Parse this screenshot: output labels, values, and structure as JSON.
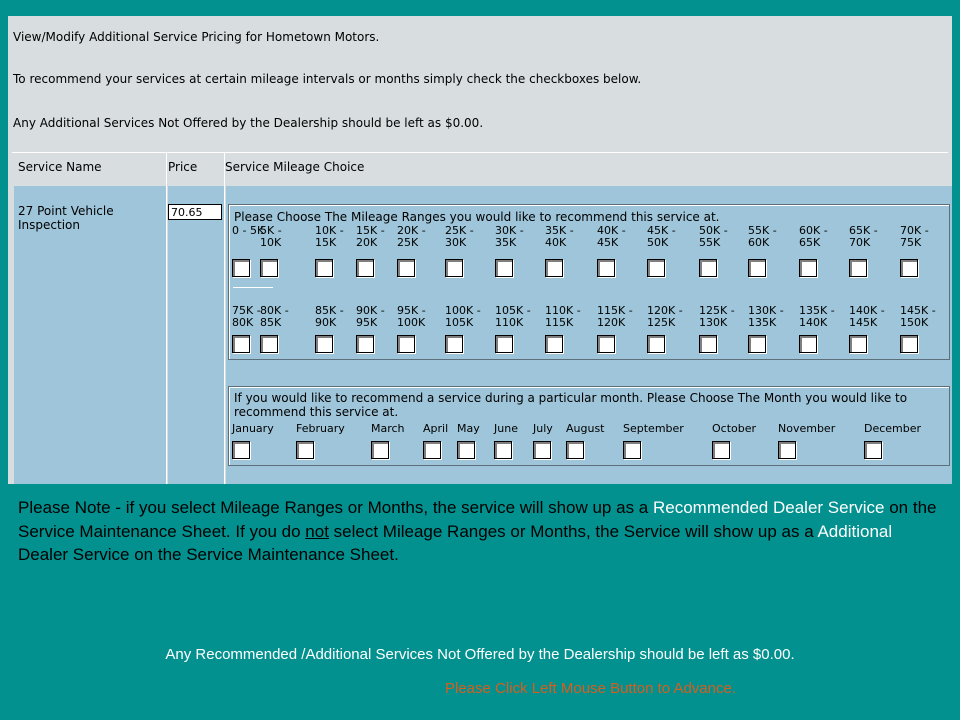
{
  "page": {
    "title": "View/Modify Additional Service Pricing for Hometown Motors.",
    "instruction": "To recommend your services at certain mileage intervals or months simply check the checkboxes below.",
    "notice": "Any Additional Services Not Offered by the Dealership should be left as $0.00."
  },
  "table": {
    "headers": [
      "Service Name",
      "Price",
      "Service Mileage Choice"
    ],
    "service_name": "27 Point Vehicle\nInspection",
    "price": "70.65"
  },
  "mileage": {
    "title": "Please Choose The Mileage Ranges you would like to recommend this service at.",
    "row1": [
      "0 - 5K",
      "5K -\n10K",
      "10K -\n15K",
      "15K -\n20K",
      "20K -\n25K",
      "25K -\n30K",
      "30K -\n35K",
      "35K -\n40K",
      "40K -\n45K",
      "45K -\n50K",
      "50K -\n55K",
      "55K -\n60K",
      "60K -\n65K",
      "65K -\n70K",
      "70K -\n75K"
    ],
    "row2": [
      "75K -\n80K",
      "80K -\n85K",
      "85K -\n90K",
      "90K -\n95K",
      "95K -\n100K",
      "100K -\n105K",
      "105K -\n110K",
      "110K -\n115K",
      "115K -\n120K",
      "120K -\n125K",
      "125K -\n130K",
      "130K -\n135K",
      "135K -\n140K",
      "140K -\n145K",
      "145K -\n150K"
    ]
  },
  "months": {
    "title": "If you would like to recommend a service during a particular month. Please Choose The Month you would like to\nrecommend this service at.",
    "items": [
      "January",
      "February",
      "March",
      "April",
      "May",
      "June",
      "July",
      "August",
      "September",
      "October",
      "November",
      "December"
    ]
  },
  "note": {
    "part1": "Please Note - if you select Mileage Ranges or Months, the service will show up as a",
    "recommended": "Recommended Dealer Service",
    "part2": " on the Service Maintenance Sheet. If you do ",
    "not": "not",
    "part3": " select Mileage Ranges or Months, the Service will show up as a ",
    "additional": "Additional",
    "part4": " Dealer Service",
    "part5": " on the Service Maintenance Sheet."
  },
  "footer": {
    "any": "Any Recommended /Additional Services Not Offered by the Dealership should be left as $0.00.",
    "advance": "Please Click Left Mouse Button to Advance."
  }
}
